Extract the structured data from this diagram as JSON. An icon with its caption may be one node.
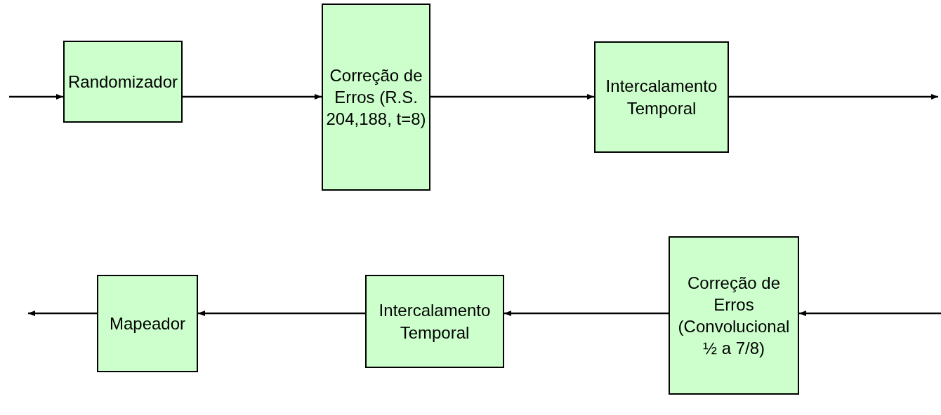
{
  "diagram": {
    "nodes": [
      {
        "text": [
          "Randomizador"
        ]
      },
      {
        "text": [
          "Correção de Erros (R.S. 204,188, t=8)"
        ]
      },
      {
        "text": [
          "Intercalamento Temporal"
        ]
      },
      {
        "text": [
          "Mapeador"
        ]
      },
      {
        "text": [
          "Intercalamento Temporal"
        ]
      },
      {
        "text": [
          "Correção de Erros (Convolucional ½ a 7/8)"
        ]
      }
    ],
    "edges": [
      {
        "from": null,
        "to": 0,
        "arrow": "to"
      },
      {
        "from": 0,
        "to": 1,
        "arrow": "to"
      },
      {
        "from": 1,
        "to": 2,
        "arrow": "to"
      },
      {
        "from": 2,
        "to": null,
        "arrow": "to"
      },
      {
        "from": null,
        "to": 5,
        "arrow": "to"
      },
      {
        "from": 5,
        "to": 4,
        "arrow": "to"
      },
      {
        "from": 4,
        "to": 3,
        "arrow": "to"
      },
      {
        "from": 3,
        "to": null,
        "arrow": "to"
      }
    ]
  }
}
